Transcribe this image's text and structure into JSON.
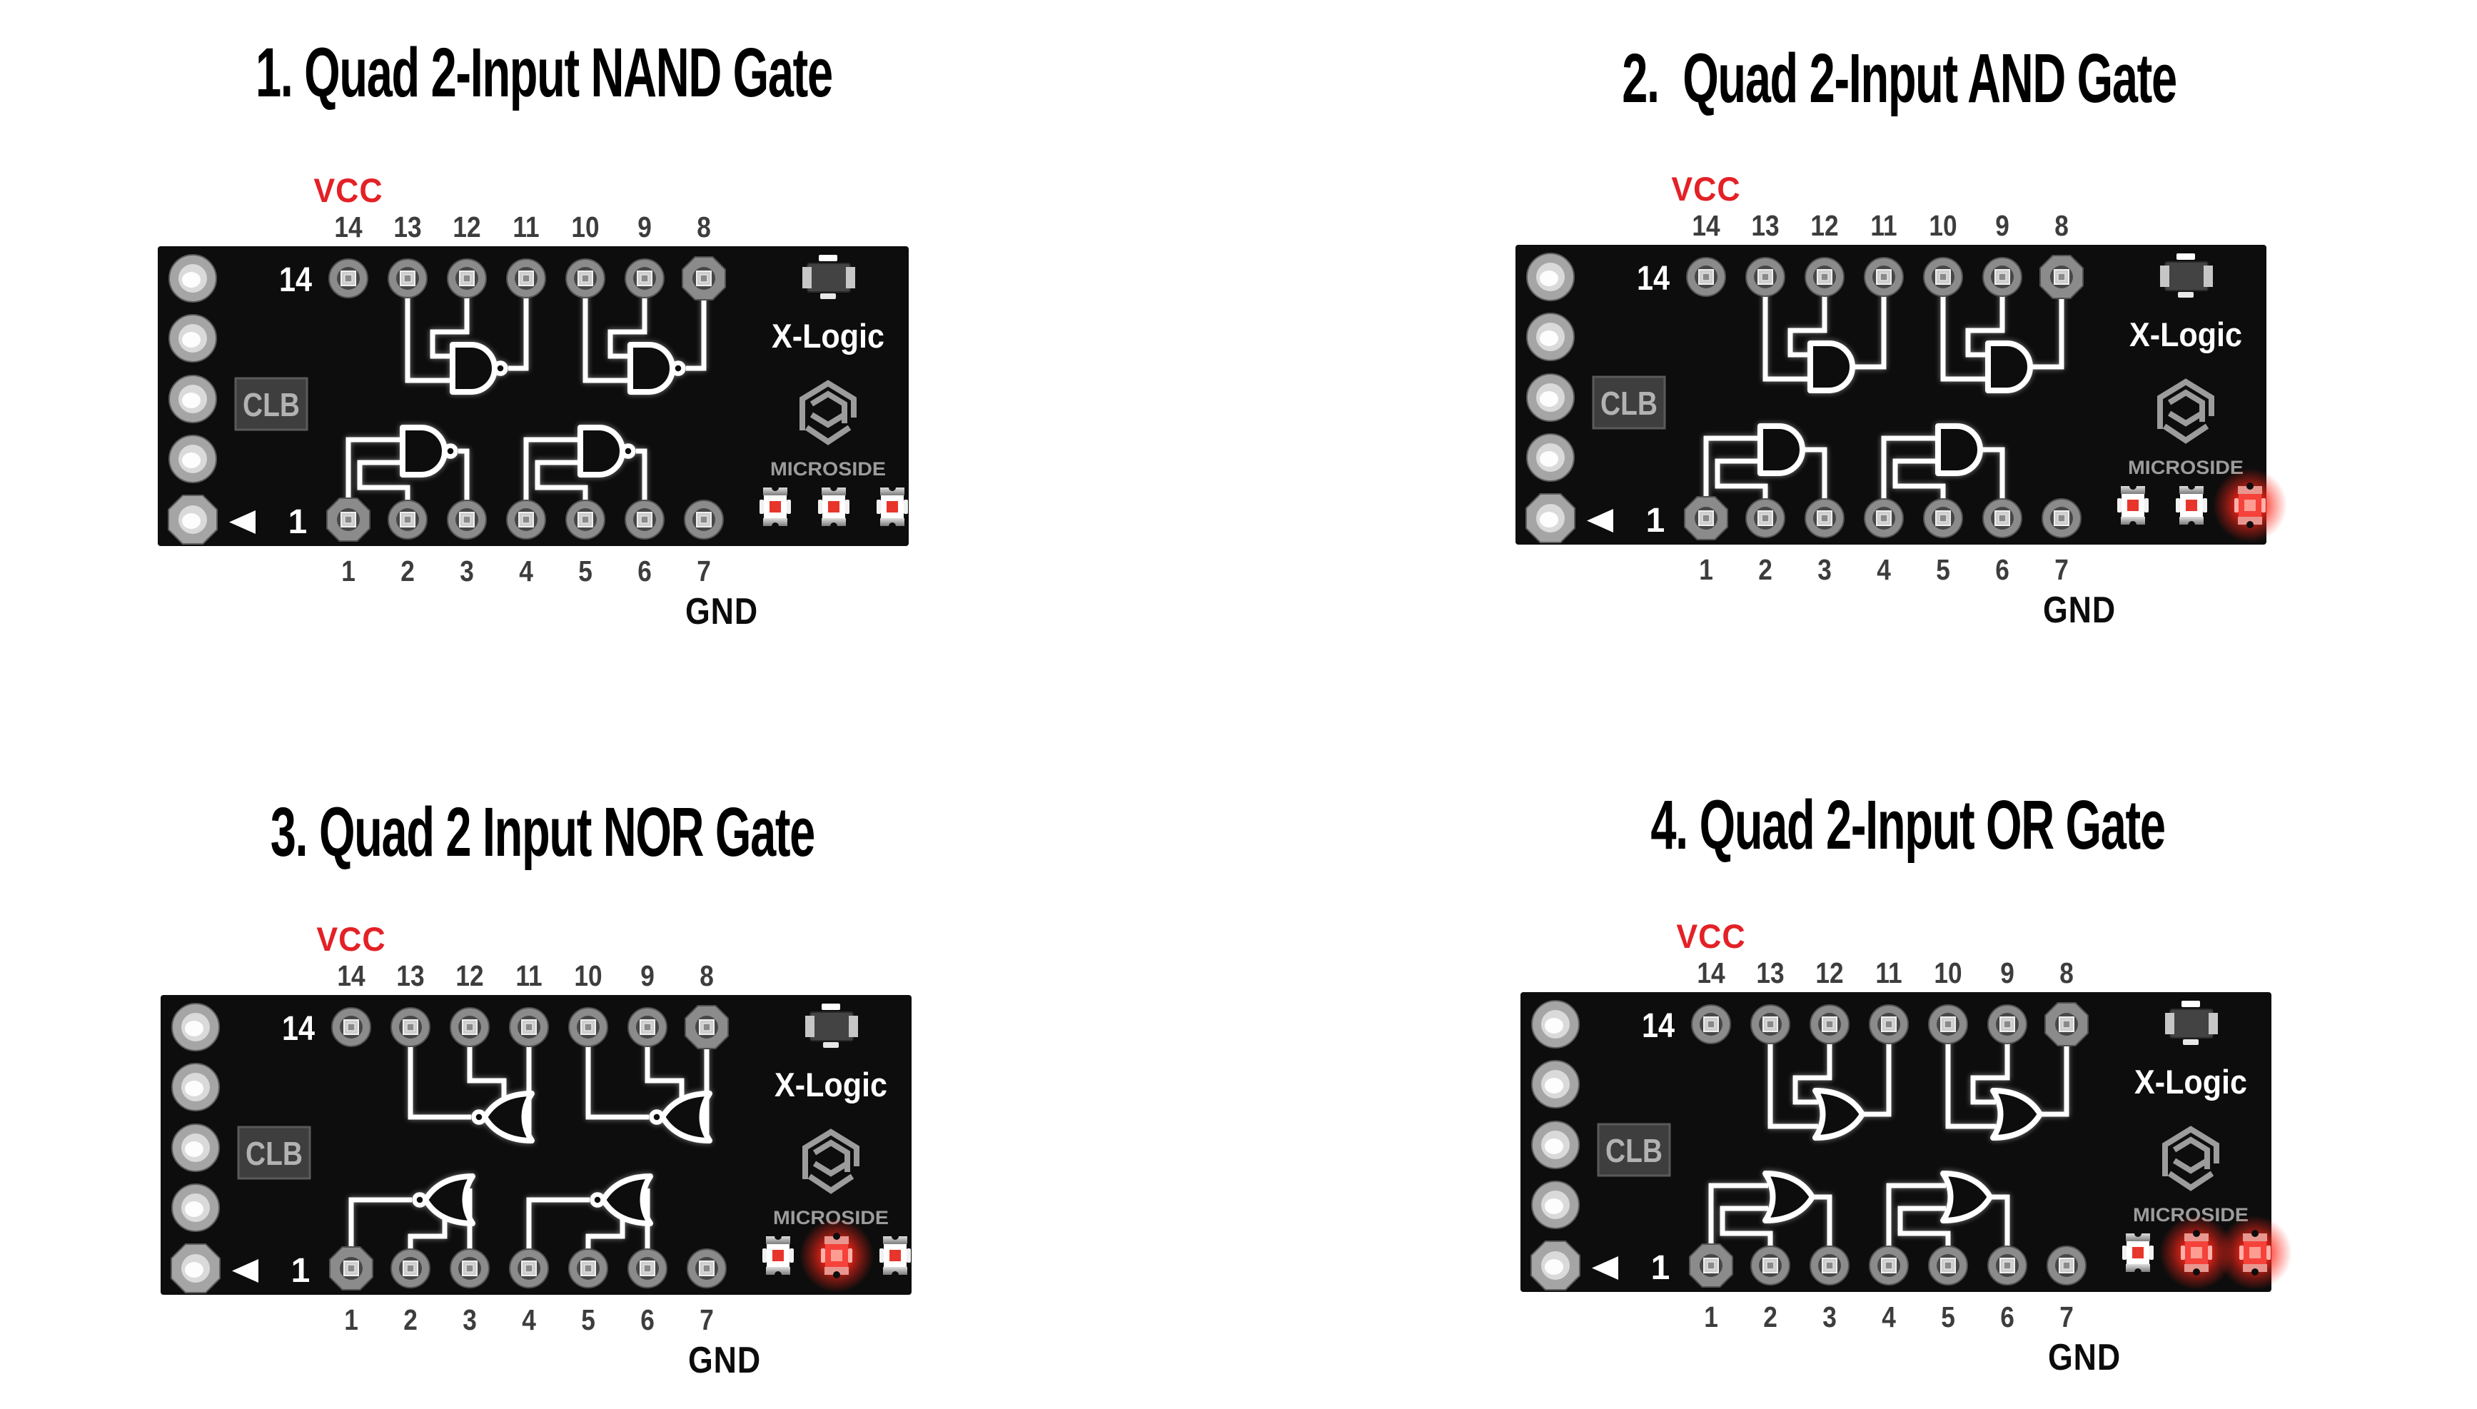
{
  "colors": {
    "page_bg": "#ffffff",
    "board_black": "#0d0d0d",
    "trace_white": "#ffffff",
    "vcc_red": "#e32126",
    "pin_number_gray": "#3d3d3d",
    "gnd_black": "#0c0c0c",
    "silk_gray": "#9c9c9c",
    "led_square_red": "#e8352b",
    "led_glow_red": "#fb2619",
    "pad_metal": "#a5a5a5"
  },
  "boards": [
    {
      "title": "1. Quad 2-Input NAND Gate",
      "gate_type": "nand",
      "vcc": "VCC",
      "gnd": "GND",
      "top_pins": [
        "14",
        "13",
        "12",
        "11",
        "10",
        "9",
        "8"
      ],
      "bottom_pins": [
        "1",
        "2",
        "3",
        "4",
        "5",
        "6",
        "7"
      ],
      "pin14_marker": "14",
      "pin1_marker": "1",
      "clb": "CLB",
      "brand": "X-Logic",
      "maker": "MICROSIDE",
      "leds": [
        "off",
        "off",
        "off"
      ]
    },
    {
      "title": "2.  Quad 2-Input AND Gate",
      "gate_type": "and",
      "vcc": "VCC",
      "gnd": "GND",
      "top_pins": [
        "14",
        "13",
        "12",
        "11",
        "10",
        "9",
        "8"
      ],
      "bottom_pins": [
        "1",
        "2",
        "3",
        "4",
        "5",
        "6",
        "7"
      ],
      "pin14_marker": "14",
      "pin1_marker": "1",
      "clb": "CLB",
      "brand": "X-Logic",
      "maker": "MICROSIDE",
      "leds": [
        "off",
        "off",
        "on"
      ]
    },
    {
      "title": "3. Quad 2 Input NOR Gate",
      "gate_type": "nor",
      "vcc": "VCC",
      "gnd": "GND",
      "top_pins": [
        "14",
        "13",
        "12",
        "11",
        "10",
        "9",
        "8"
      ],
      "bottom_pins": [
        "1",
        "2",
        "3",
        "4",
        "5",
        "6",
        "7"
      ],
      "pin14_marker": "14",
      "pin1_marker": "1",
      "clb": "CLB",
      "brand": "X-Logic",
      "maker": "MICROSIDE",
      "leds": [
        "off",
        "on",
        "off"
      ]
    },
    {
      "title": "4. Quad 2-Input OR Gate",
      "gate_type": "or",
      "vcc": "VCC",
      "gnd": "GND",
      "top_pins": [
        "14",
        "13",
        "12",
        "11",
        "10",
        "9",
        "8"
      ],
      "bottom_pins": [
        "1",
        "2",
        "3",
        "4",
        "5",
        "6",
        "7"
      ],
      "pin14_marker": "14",
      "pin1_marker": "1",
      "clb": "CLB",
      "brand": "X-Logic",
      "maker": "MICROSIDE",
      "leds": [
        "off",
        "on",
        "on"
      ]
    }
  ]
}
